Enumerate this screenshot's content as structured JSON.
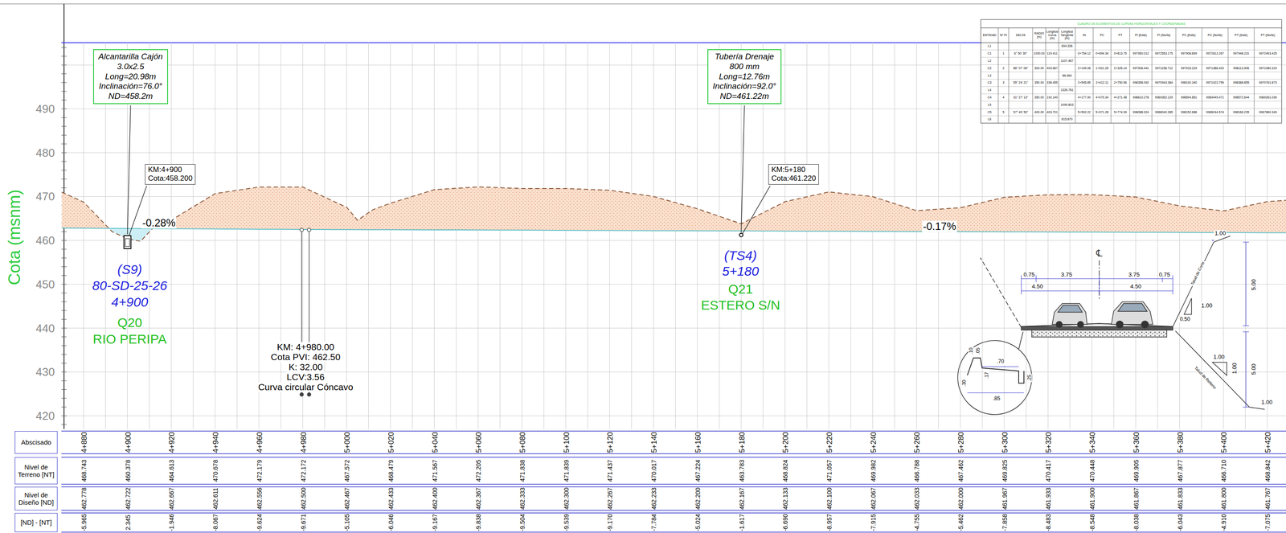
{
  "diagram": {
    "nodes": [
      {
        "text": [
          "Alcantarilla Cajón",
          "3.0x2.5",
          "Long=20.98m",
          "Inclinación=76.0°",
          "ND=458.2m"
        ]
      },
      {
        "text": [
          "Tubería Drenaje",
          "800 mm",
          "Long=12.76m",
          "Inclinación=92.0°",
          "ND=461.22m"
        ]
      },
      {
        "text": [
          "KM:4+900",
          "Cota:458.200"
        ]
      },
      {
        "text": [
          "KM:5+180",
          "Cota:461.220"
        ]
      },
      {
        "text": [
          "Abscisado"
        ]
      },
      {
        "text": [
          "Nivel de Terreno [NT]"
        ]
      },
      {
        "text": [
          "Nivel de Diseño [ND]"
        ]
      },
      {
        "text": [
          "[ND] - [NT]"
        ]
      }
    ],
    "labels": [
      "490",
      "480",
      "470",
      "460",
      "450",
      "440",
      "430",
      "420",
      "4+880",
      "4+900",
      "4+920",
      "4+940",
      "4+960",
      "4+980",
      "5+000",
      "5+020",
      "5+040",
      "5+060",
      "5+080",
      "5+100",
      "5+120",
      "5+140",
      "5+160",
      "5+180",
      "5+200",
      "5+220",
      "5+240",
      "5+260",
      "5+280",
      "5+300",
      "5+320",
      "5+340",
      "5+360",
      "5+380",
      "5+400",
      "5+420",
      "468.743",
      "460.378",
      "464.613",
      "470.678",
      "472.179",
      "472.172",
      "467.572",
      "468.479",
      "471.567",
      "472.205",
      "471.838",
      "471.839",
      "471.437",
      "470.017",
      "467.224",
      "463.783",
      "468.824",
      "471.057",
      "469.982",
      "466.788",
      "467.462",
      "469.825",
      "470.417",
      "470.448",
      "469.905",
      "467.877",
      "466.710",
      "468.842",
      "462.778",
      "462.722",
      "462.667",
      "462.611",
      "462.556",
      "462.500",
      "462.467",
      "462.433",
      "462.400",
      "462.367",
      "462.333",
      "462.300",
      "462.267",
      "462.233",
      "462.200",
      "462.167",
      "462.133",
      "462.100",
      "462.067",
      "462.033",
      "462.000",
      "461.967",
      "461.933",
      "461.900",
      "461.867",
      "461.833",
      "461.800",
      "461.767",
      "-5.965",
      "2.345",
      "-1.946",
      "-8.067",
      "-9.624",
      "-9.671",
      "-5.105",
      "-6.046",
      "-9.167",
      "-9.838",
      "-9.504",
      "-9.539",
      "-9.170",
      "-7.784",
      "-5.024",
      "-1.617",
      "-6.690",
      "-8.957",
      "-7.915",
      "-4.755",
      "-5.462",
      "-7.858",
      "-8.483",
      "-8.548",
      "-8.038",
      "-6.043",
      "-4.910",
      "-7.075",
      "Cota (msnm)",
      "-0.28%",
      "-0.17%",
      "(S9)",
      "80-SD-25-26",
      "4+900",
      "Q20",
      "RIO PERIPA",
      "(TS4)",
      "5+180",
      "Q21",
      "ESTERO S/N",
      "KM: 4+980.00",
      "Cota PVI: 462.50",
      "K: 32.00",
      "LCV:3.56",
      "Curva circular Cóncavo",
      "CUADRO DE ELEMENTOS DE CURVAS HORIZONTALES Y COORDENADAS",
      "ENTIDAD",
      "Nº PI",
      "DELTA",
      "RADIO (m)",
      "Longitud Curva (m)",
      "Longitud Tangente (m)",
      "IN",
      "PC",
      "PT",
      "PI (Este)",
      "PI (Norte)",
      "PC (Este)",
      "PC (Norte)",
      "PT (Este)",
      "PT (Norte)",
      "L1",
      "694.336",
      "C1",
      "1",
      "6° 50' 30\"",
      "1000.00",
      "119.411",
      "0+754.12",
      "0+694.34",
      "0+813.75",
      "997950.012",
      "9972553.175",
      "997908.899",
      "9972612.267",
      "997948.231",
      "9972493.425",
      "L2",
      "1107.467",
      "C2",
      "2",
      "86° 07' 06\"",
      "300.00",
      "403.667",
      "2+149.06",
      "1+921.25",
      "2+325.14",
      "997906.441",
      "9971158.712",
      "997915.229",
      "9971386.420",
      "998113.906",
      "9971080.319",
      "L3",
      "86.964",
      "C3",
      "3",
      "55° 24' 21\"",
      "350.00",
      "338.455",
      "2+595.85",
      "2+412.11",
      "2+750.56",
      "998358.092",
      "9970943.384",
      "998192.340",
      "9971022.759",
      "998388.855",
      "9970761.873",
      "L4",
      "1326.781",
      "C4",
      "4",
      "31° 27' 13\"",
      "350.00",
      "192.140",
      "4+177.90",
      "4+079.34",
      "4+271.48",
      "998610.278",
      "9969352.129",
      "998594.851",
      "9969449.471",
      "998572.644",
      "9969261.039",
      "L5",
      "1099.803",
      "C5",
      "5",
      "57° 49' 53\"",
      "400.00",
      "403.701",
      "5+592.22",
      "5+371.28",
      "5+774.99",
      "998088.324",
      "9968040.365",
      "998152.686",
      "9968244.574",
      "998166.235",
      "9967860.349",
      "L6",
      "615.870",
      "℄",
      "0.75",
      "3.75",
      "3.75",
      "0.75",
      "4.50",
      "4.50",
      "1.00",
      "5.00",
      "1.00",
      "0.50",
      "1.00",
      "1.00",
      "5.00",
      "1.00",
      ".10",
      ".05",
      ".70",
      ".17",
      ".25",
      ".85",
      ".30",
      "Talud de Corte",
      "Talud de Relleno"
    ]
  }
}
